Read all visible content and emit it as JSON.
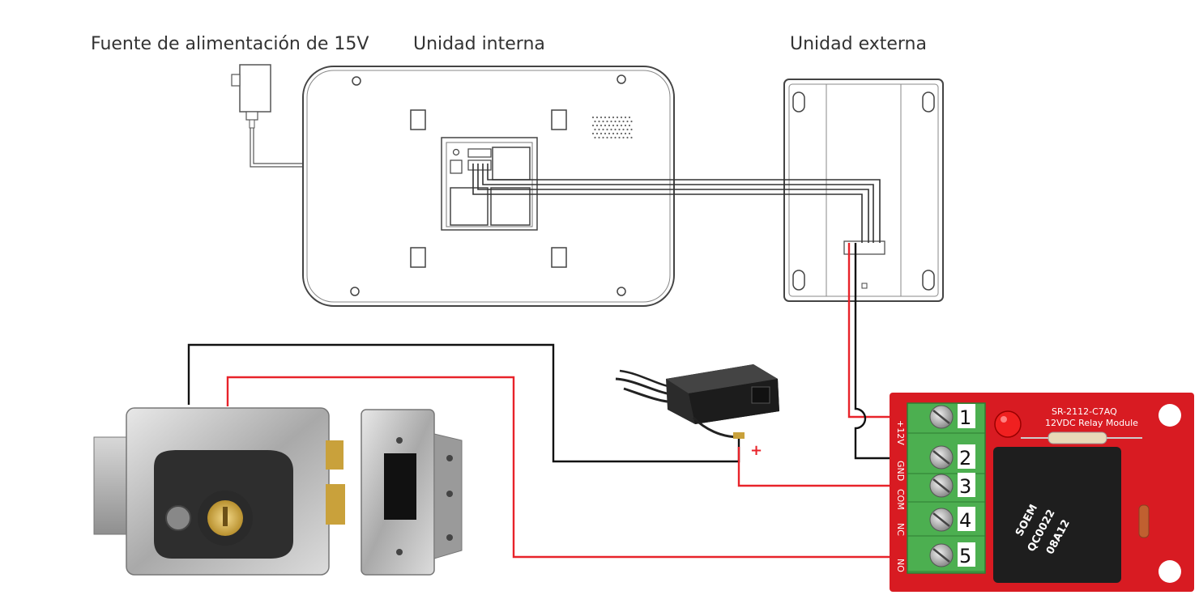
{
  "labels": {
    "power_supply": "Fuente de alimentación de 15V",
    "internal_unit": "Unidad interna",
    "external_unit": "Unidad externa"
  },
  "relay": {
    "terminals": [
      "1",
      "2",
      "3",
      "4",
      "5"
    ],
    "pin_labels": [
      "+12V",
      "GND",
      "COM",
      "NC",
      "NO"
    ],
    "board_model": "SR-2112-C7AQ",
    "board_desc": "12VDC Relay Module",
    "relay_text": [
      "SOEM",
      "QC0022",
      "08A12"
    ]
  },
  "adapter": {
    "polarity": "+"
  },
  "colors": {
    "red_wire": "#e8232a",
    "black_wire": "#111111",
    "pcb": "#d81b22",
    "terminal": "#4caf50"
  }
}
